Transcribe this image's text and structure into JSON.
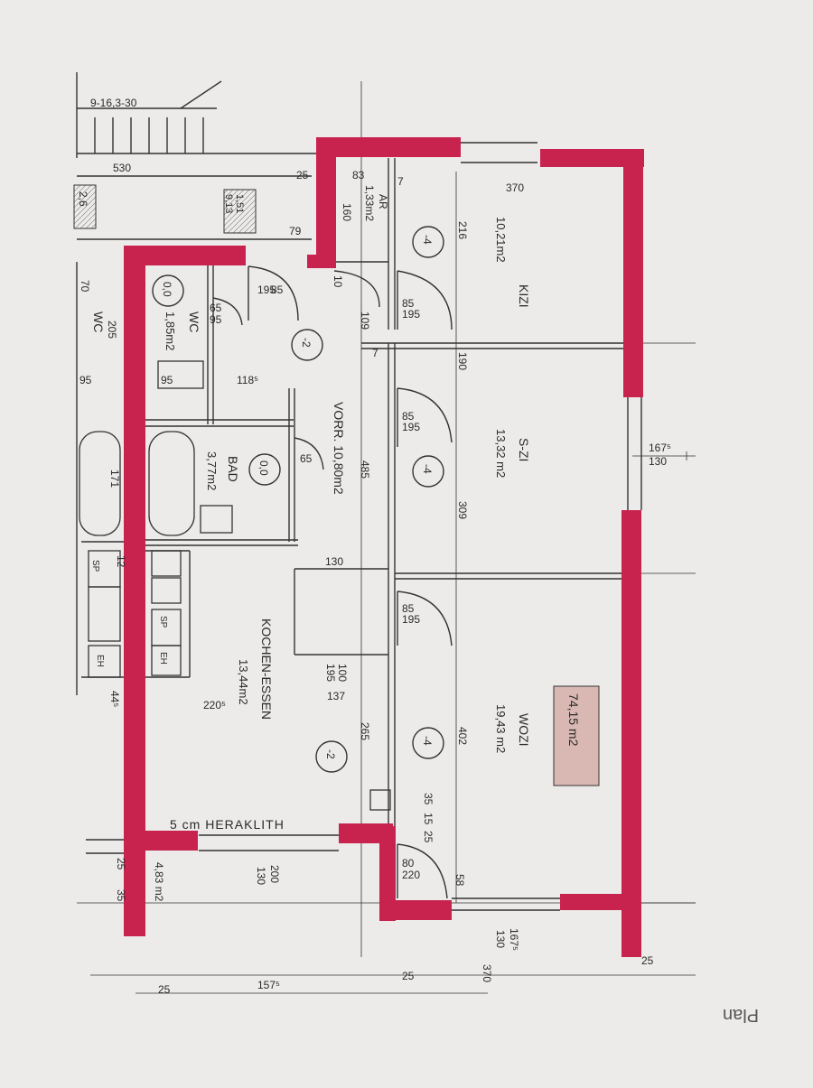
{
  "page_label": "Plan",
  "colors": {
    "wall": "#c8234f",
    "ink": "#2a2a2a",
    "paper": "#ecebe9",
    "highlight": "#d9b8b3"
  },
  "rooms": {
    "kizi": {
      "name": "KIZI",
      "area": "10,21m2",
      "level": "-4"
    },
    "szi": {
      "name": "S-ZI",
      "area": "13,32 m2",
      "level": "-4"
    },
    "wozi": {
      "name": "WOZI",
      "area": "19,43 m2",
      "level": "-4"
    },
    "vorr": {
      "name": "VORR. 10,80m2",
      "level": "-2"
    },
    "wc": {
      "name": "WC",
      "area": "1,85m2",
      "level": "0,0"
    },
    "bad": {
      "name": "BAD",
      "area": "3,77m2",
      "level": "0,0"
    },
    "kochen": {
      "name": "KOCHEN-ESSEN",
      "area": "13,44m2",
      "level": "-2"
    },
    "ar": {
      "name": "AR",
      "area": "1,33m2",
      "level": ""
    }
  },
  "total_area": "74,15 m2",
  "material_note": "5 cm HERAKLITH",
  "balcony_area": "4,83 m2",
  "neighbour": {
    "wc": "WC",
    "box1": "2,6",
    "box2a": "1,51",
    "box2b": "9,13"
  },
  "dims": {
    "d1": "9-16,3-30",
    "d2": "530",
    "d3": "25",
    "d4": "83",
    "d5": "7",
    "d6": "370",
    "d7": "160",
    "d8": "216",
    "d9": "79",
    "d10": "85",
    "d11": "195",
    "d12": "65",
    "d13": "95",
    "d14": "109",
    "d15": "190",
    "d16": "205",
    "d17": "70",
    "d18": "95",
    "d19": "95",
    "d20": "118⁵",
    "d21": "85",
    "d22": "195",
    "d23": "167⁵",
    "d24": "130",
    "d25": "485",
    "d26": "309",
    "d27": "171",
    "d28": "12",
    "d29": "130",
    "d30": "85",
    "d31": "195",
    "d32": "100",
    "d33": "195",
    "d34": "137",
    "d35": "220⁵",
    "d36": "265",
    "d37": "402",
    "d38": "44⁵",
    "d39": "35",
    "d40": "15",
    "d41": "25",
    "d42": "80",
    "d43": "220",
    "d44": "200",
    "d45": "130",
    "d46": "58",
    "d47": "167⁵",
    "d48": "130",
    "d49": "370",
    "d50": "25",
    "d51": "157⁵",
    "d52": "25",
    "d53": "25",
    "d54": "35",
    "d55": "25",
    "d56": "10",
    "d57": "85",
    "d58": "195",
    "d59": "7",
    "d60": "65"
  },
  "fixtures": {
    "sp1": "SP",
    "sp2": "SP",
    "eh1": "EH",
    "eh2": "EH"
  }
}
